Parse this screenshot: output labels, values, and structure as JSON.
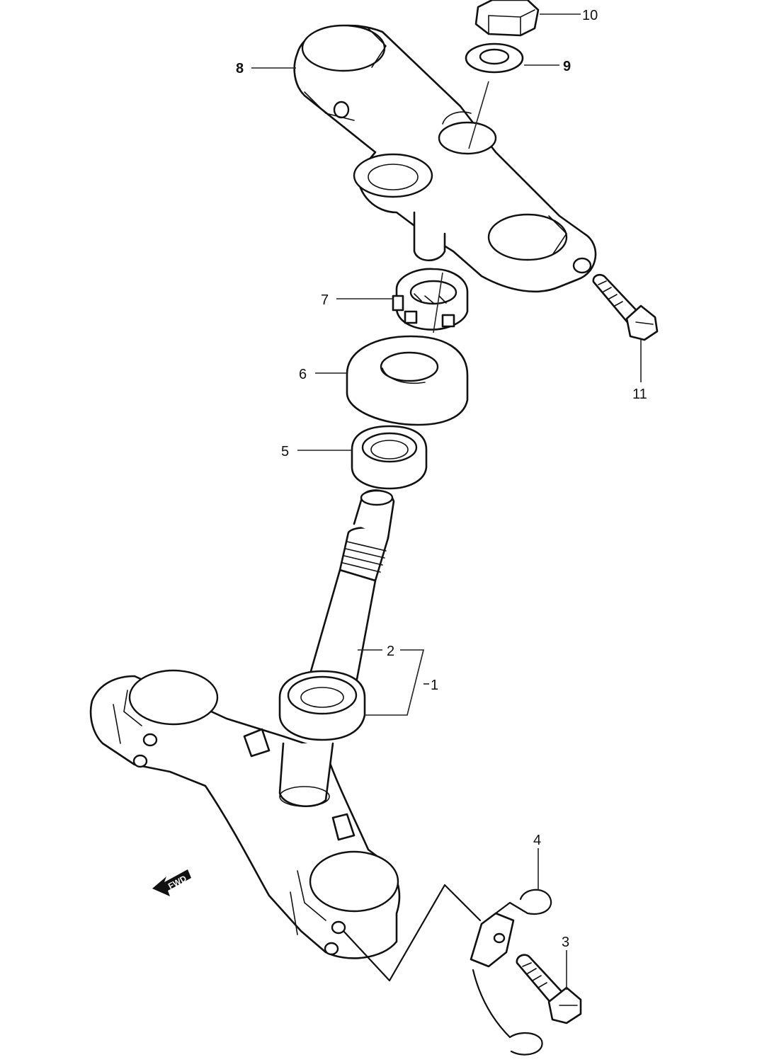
{
  "callouts": {
    "c1": "1",
    "c2": "2",
    "c3": "3",
    "c4": "4",
    "c5": "5",
    "c6": "6",
    "c7": "7",
    "c8": "8",
    "c9": "9",
    "c10": "10",
    "c11": "11"
  },
  "fwd_label": "FWD",
  "colors": {
    "ink": "#111111",
    "paper": "#ffffff"
  }
}
